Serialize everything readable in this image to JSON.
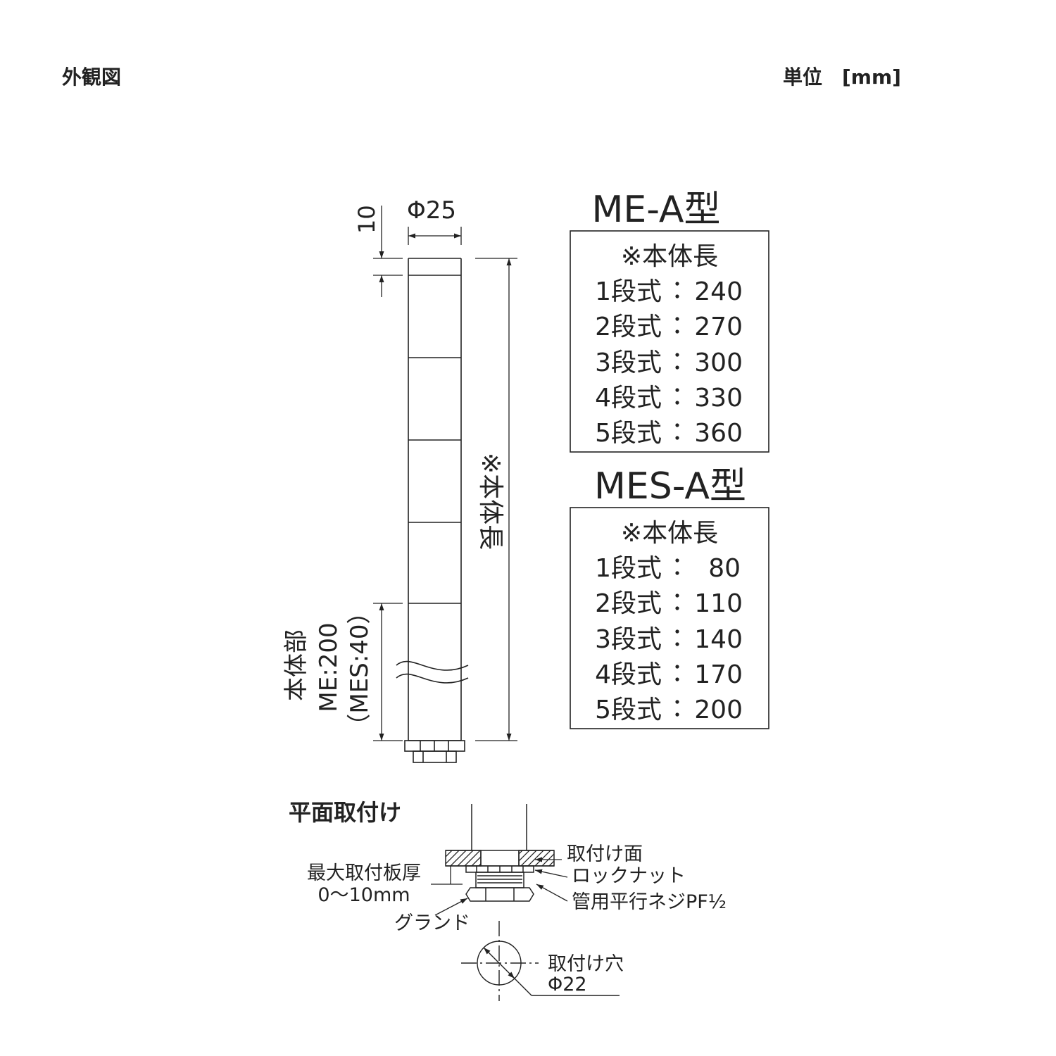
{
  "header": {
    "title": "外観図",
    "unit": "単位　[mm]"
  },
  "dims": {
    "top_height": "10",
    "diameter": "Φ25",
    "body_length": "※本体長",
    "body_part_label": "本体部",
    "body_part_me": "ME:200",
    "body_part_mes": "（MES:40）"
  },
  "tables": [
    {
      "model": "ME-A型",
      "heading": "※本体長",
      "rows": [
        {
          "tier": "1段式",
          "value": "240"
        },
        {
          "tier": "2段式",
          "value": "270"
        },
        {
          "tier": "3段式",
          "value": "300"
        },
        {
          "tier": "4段式",
          "value": "330"
        },
        {
          "tier": "5段式",
          "value": "360"
        }
      ]
    },
    {
      "model": "MES-A型",
      "heading": "※本体長",
      "rows": [
        {
          "tier": "1段式",
          "value": "80"
        },
        {
          "tier": "2段式",
          "value": "110"
        },
        {
          "tier": "3段式",
          "value": "140"
        },
        {
          "tier": "4段式",
          "value": "170"
        },
        {
          "tier": "5段式",
          "value": "200"
        }
      ]
    }
  ],
  "mounting": {
    "title": "平面取付け",
    "surface": "取付け面",
    "locknut": "ロックナット",
    "thread": "管用平行ネジPF½",
    "max_thickness_1": "最大取付板厚",
    "max_thickness_2": "0〜10mm",
    "gland": "グランド",
    "hole_1": "取付け穴",
    "hole_2": "Φ22"
  }
}
